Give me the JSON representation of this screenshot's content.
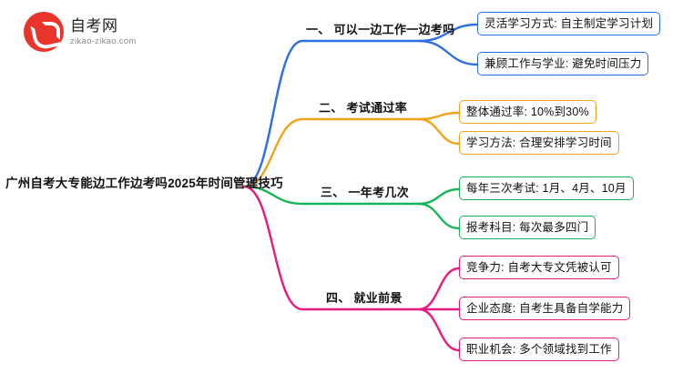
{
  "logo": {
    "name": "自考网",
    "sub": "zikao-zikao.com",
    "mark_color": "#e8342a"
  },
  "mindmap": {
    "root": "广州自考大专能边工作边考吗2025年时间管理技巧",
    "branches": [
      {
        "index": "一、",
        "label": "一、 可以一边工作一边考吗",
        "color": "#2f6fe4",
        "leaves": [
          "灵活学习方式: 自主制定学习计划",
          "兼顾工作与学业: 避免时间压力"
        ]
      },
      {
        "index": "二、",
        "label": "二、 考试通过率",
        "color": "#f0a31b",
        "leaves": [
          "整体通过率: 10%到30%",
          "学习方法: 合理安排学习时间"
        ]
      },
      {
        "index": "三、",
        "label": "三、 一年考几次",
        "color": "#19b35a",
        "leaves": [
          "每年三次考试: 1月、4月、10月",
          "报考科目: 每次最多四门"
        ]
      },
      {
        "index": "四、",
        "label": "四、 就业前景",
        "color": "#e8197f",
        "leaves": [
          "竞争力: 自考大专文凭被认可",
          "企业态度: 自考生具备自学能力",
          "职业机会: 多个领域找到工作"
        ]
      }
    ]
  }
}
